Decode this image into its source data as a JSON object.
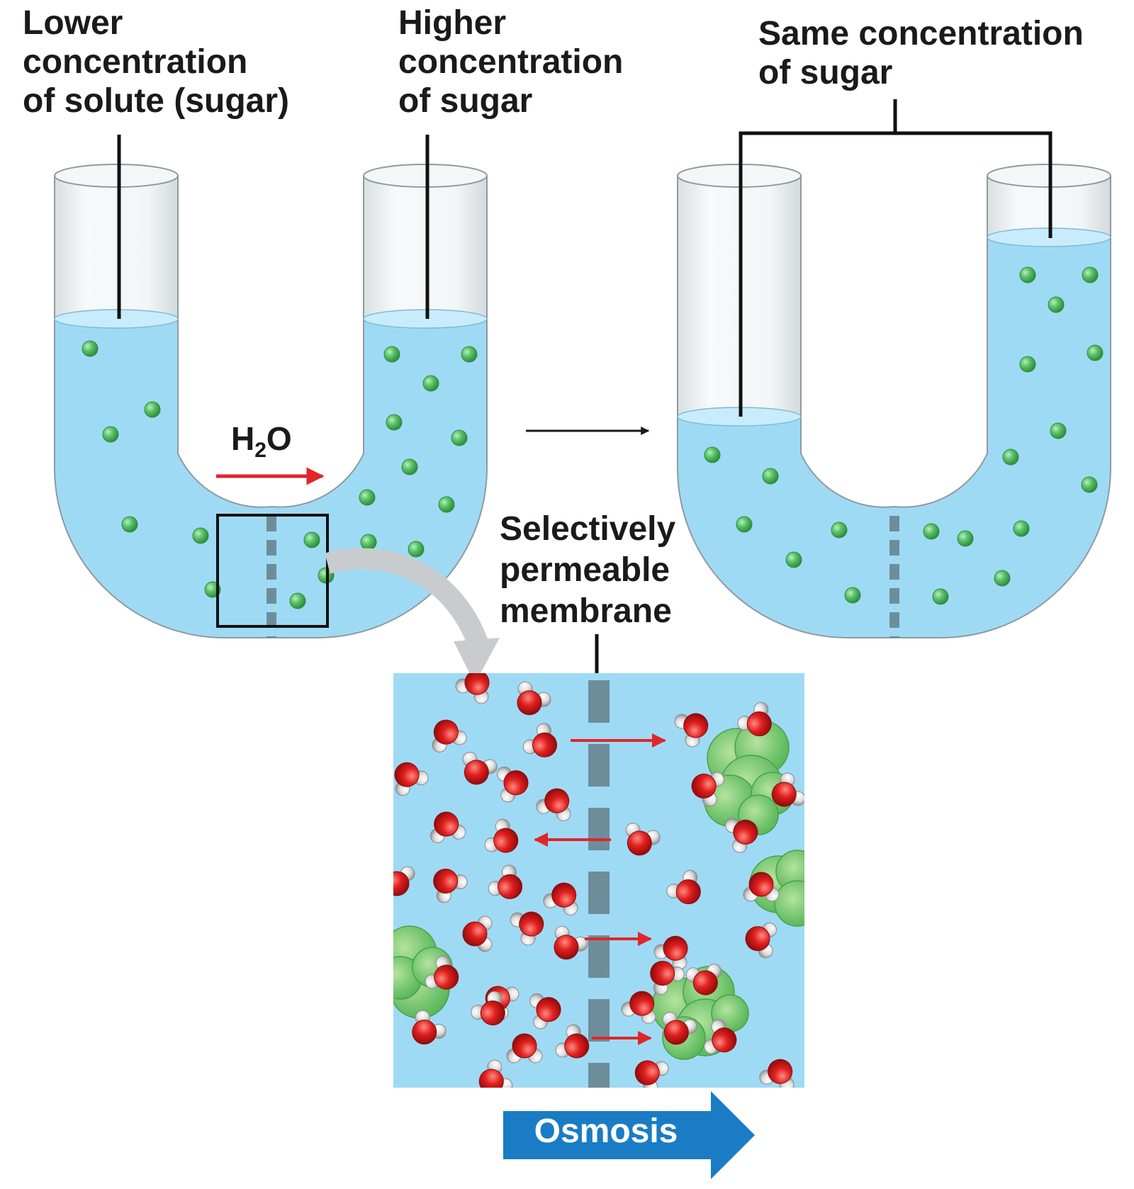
{
  "labels": {
    "lower": [
      "Lower",
      "concentration",
      "of solute (sugar)"
    ],
    "higher": [
      "Higher",
      "concentration",
      "of sugar"
    ],
    "same": [
      "Same concentration",
      "of sugar"
    ],
    "membrane": [
      "Selectively",
      "permeable",
      "membrane"
    ]
  },
  "h2o": {
    "h": "H",
    "sub": "2",
    "o": "O"
  },
  "osmosis": "Osmosis",
  "colors": {
    "water": "#9fdaf5",
    "water_surface": "#c8ecfb",
    "sugar": "#5cc36b",
    "membrane": "#6e8d9a",
    "arrow_red": "#e0262b",
    "osmosis_blue": "#1a7cc4",
    "oxygen": "#e02020",
    "hydrogen": "#e8e8e8",
    "tube_glass": "#eef2f4"
  }
}
